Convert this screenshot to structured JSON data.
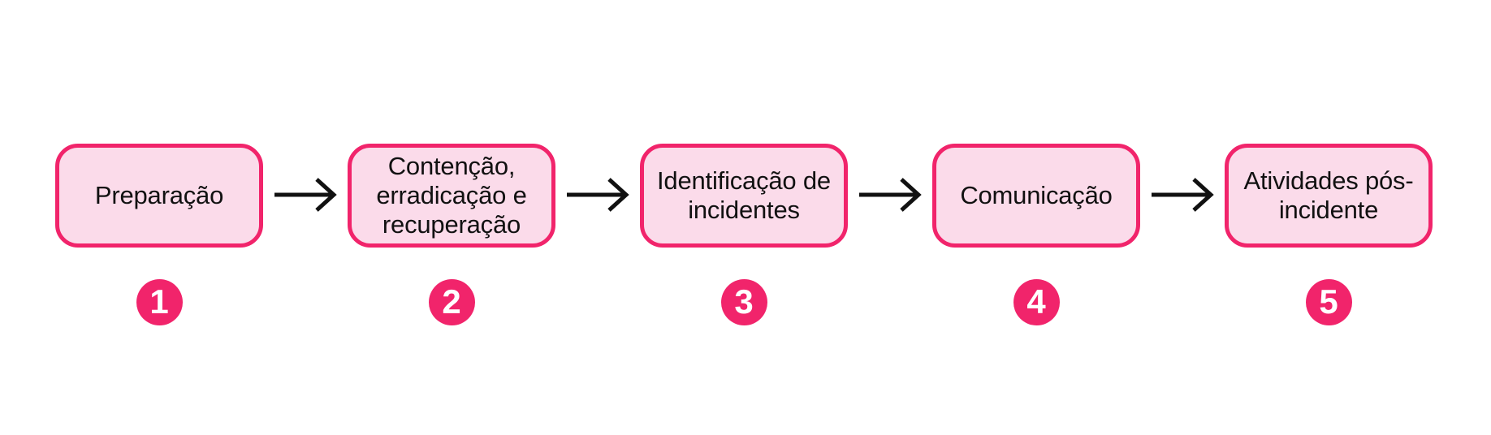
{
  "diagram": {
    "steps": [
      {
        "number": "1",
        "label": "Preparação"
      },
      {
        "number": "2",
        "label": "Contenção, erradicação e recuperação"
      },
      {
        "number": "3",
        "label": "Identificação de incidentes"
      },
      {
        "number": "4",
        "label": "Comunicação"
      },
      {
        "number": "5",
        "label": "Atividades pós-incidente"
      }
    ],
    "colors": {
      "accent": "#F1246B",
      "box_fill": "#FBDBEA",
      "arrow": "#111111",
      "background": "#FFFFFF",
      "text": "#111111"
    }
  }
}
